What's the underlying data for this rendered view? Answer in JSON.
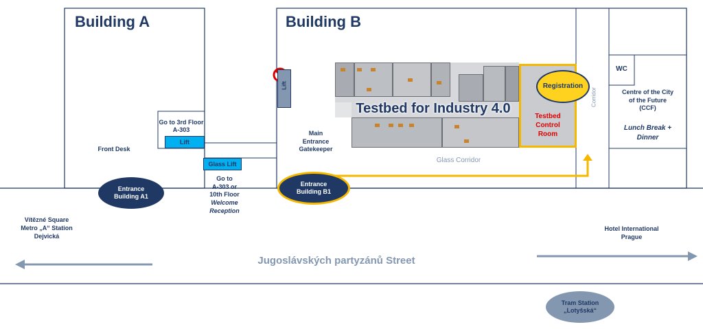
{
  "buildings": {
    "a_title": "Building A",
    "b_title": "Building B"
  },
  "building_a": {
    "front_desk": "Front Desk",
    "goto3_line1": "Go to 3rd Floor",
    "goto3_line2": "A-303",
    "lift": "Lift",
    "glass_lift": "Glass Lift",
    "goto10_line1": "Go to",
    "goto10_line2": "A-303 or",
    "goto10_line3": "10th Floor",
    "goto10_line4": "Welcome",
    "goto10_line5": "Reception",
    "entrance_line1": "Entrance",
    "entrance_line2": "Building A1"
  },
  "building_b": {
    "lift": "Lift",
    "main_line1": "Main",
    "main_line2": "Entrance",
    "main_line3": "Gatekeeper",
    "testbed": "Testbed for Industry 4.0",
    "control_line1": "Testbed",
    "control_line2": "Control",
    "control_line3": "Room",
    "registration": "Registration",
    "corridor": "Corridor",
    "glass_corridor": "Glass Corridor",
    "entrance_line1": "Entrance",
    "entrance_line2": "Building B1"
  },
  "ccf": {
    "wc": "WC",
    "line1": "Centre of the City",
    "line2": "of the Future",
    "line3": "(CCF)",
    "lunch_line1": "Lunch Break +",
    "lunch_line2": "Dinner"
  },
  "street": {
    "name": "Jugoslávských partyzánů Street",
    "left_line1": "Vítězné Square",
    "left_line2": "Metro „A“ Station",
    "left_line3": "Dejvická",
    "right_line1": "Hotel International",
    "right_line2": "Prague",
    "tram_line1": "Tram Station",
    "tram_line2": "„Lotyšská“"
  },
  "colors": {
    "navy": "#1f3864",
    "lift_blue": "#00b0f0",
    "path_yellow": "#f5b800",
    "registration_fill": "#ffd21f",
    "control_text": "#e00000",
    "oval_fill": "#1f3864",
    "tram_fill": "#8497b0",
    "arrow": "#8497b0"
  },
  "icons": {
    "no_entry": "no-entry-icon",
    "route_arrow": "route-arrow-icon"
  }
}
